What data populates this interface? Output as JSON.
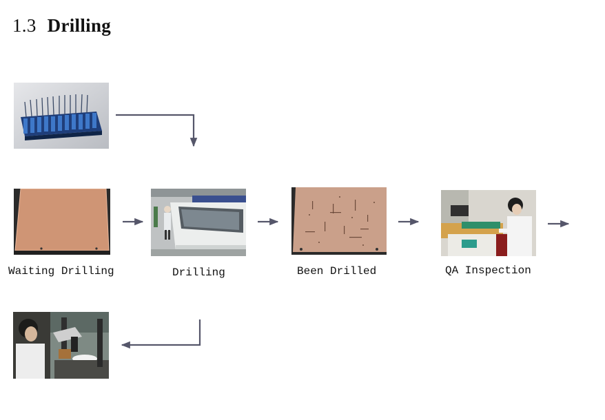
{
  "section": {
    "number": "1.3",
    "title": "Drilling"
  },
  "steps": [
    {
      "caption": "Waiting Drilling"
    },
    {
      "caption": "Drilling"
    },
    {
      "caption": "Been Drilled"
    },
    {
      "caption": "QA Inspection"
    }
  ],
  "images": {
    "drill_bits": "drill-bits-photo",
    "microscope": "microscope-inspection-photo"
  },
  "colors": {
    "arrow": "#55566a",
    "copper": "#c98f6f",
    "board_dark": "#2a2a2a"
  }
}
